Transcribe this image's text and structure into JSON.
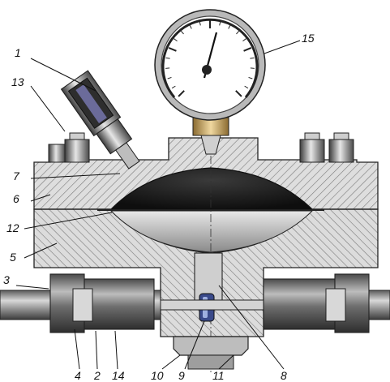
{
  "diagram": {
    "colors": {
      "body": "#d9d9d9",
      "hatch": "#7a7a7a",
      "metal_dark": "#3a3a3a",
      "metal_mid": "#8c8c8c",
      "metal_light": "#cfcfcf",
      "membrane": "#1c1c1c",
      "lower_cavity": "#9e9e9e",
      "gauge_face": "#ffffff",
      "gauge_ring": "#b9b9b9",
      "window_blue": "#3a4a8a",
      "brass": "#c9a15a"
    },
    "callouts": [
      {
        "id": "label-1",
        "text": "1"
      },
      {
        "id": "label-13",
        "text": "13"
      },
      {
        "id": "label-15",
        "text": "15"
      },
      {
        "id": "label-7",
        "text": "7"
      },
      {
        "id": "label-6",
        "text": "6"
      },
      {
        "id": "label-12",
        "text": "12"
      },
      {
        "id": "label-5",
        "text": "5"
      },
      {
        "id": "label-3",
        "text": "3"
      },
      {
        "id": "label-4",
        "text": "4"
      },
      {
        "id": "label-2",
        "text": "2"
      },
      {
        "id": "label-14",
        "text": "14"
      },
      {
        "id": "label-10",
        "text": "10"
      },
      {
        "id": "label-9",
        "text": "9"
      },
      {
        "id": "label-11",
        "text": "11"
      },
      {
        "id": "label-8",
        "text": "8"
      }
    ]
  }
}
